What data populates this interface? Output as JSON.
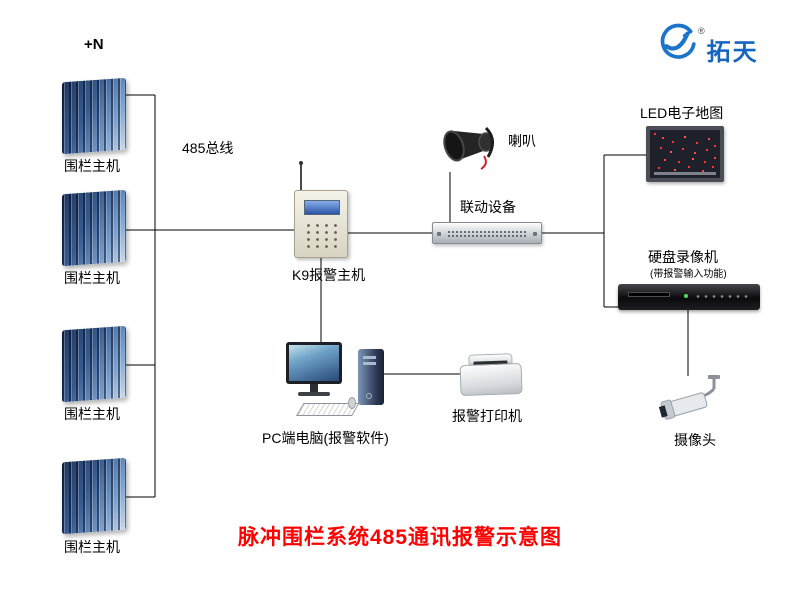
{
  "logo": {
    "brand": "拓天",
    "registered": "®"
  },
  "annotations": {
    "more_hosts": "+N",
    "bus": "485总线"
  },
  "fence_hosts": [
    "围栏主机",
    "围栏主机",
    "围栏主机",
    "围栏主机"
  ],
  "devices": {
    "k9_host": "K9报警主机",
    "speaker": "喇叭",
    "linkage": "联动设备",
    "led_map": "LED电子地图",
    "dvr": "硬盘录像机",
    "dvr_note": "(带报警输入功能)",
    "camera": "摄像头",
    "pc": "PC端电脑(报警软件)",
    "printer": "报警打印机"
  },
  "title": "脉冲围栏系统485通讯报警示意图",
  "colors": {
    "title": "#ff0000",
    "brand": "#1565c0",
    "line": "#000000",
    "background": "#ffffff"
  }
}
